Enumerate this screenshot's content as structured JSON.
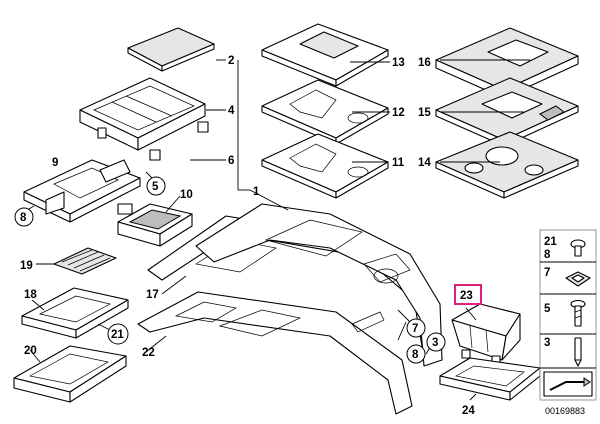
{
  "diagram": {
    "callouts": [
      {
        "id": "2",
        "label": "2"
      },
      {
        "id": "4",
        "label": "4"
      },
      {
        "id": "6",
        "label": "6"
      },
      {
        "id": "1",
        "label": "1"
      },
      {
        "id": "9",
        "label": "9"
      },
      {
        "id": "5",
        "label": "5"
      },
      {
        "id": "8a",
        "label": "8"
      },
      {
        "id": "10",
        "label": "10"
      },
      {
        "id": "19",
        "label": "19"
      },
      {
        "id": "18",
        "label": "18"
      },
      {
        "id": "17",
        "label": "17"
      },
      {
        "id": "21",
        "label": "21"
      },
      {
        "id": "20",
        "label": "20"
      },
      {
        "id": "22",
        "label": "22"
      },
      {
        "id": "13",
        "label": "13"
      },
      {
        "id": "12",
        "label": "12"
      },
      {
        "id": "11",
        "label": "11"
      },
      {
        "id": "16",
        "label": "16"
      },
      {
        "id": "15",
        "label": "15"
      },
      {
        "id": "14",
        "label": "14"
      },
      {
        "id": "7",
        "label": "7"
      },
      {
        "id": "3",
        "label": "3"
      },
      {
        "id": "8b",
        "label": "8"
      },
      {
        "id": "23",
        "label": "23"
      },
      {
        "id": "24",
        "label": "24"
      }
    ],
    "legend": [
      {
        "id": "21",
        "label": "21"
      },
      {
        "id": "8",
        "label": "8"
      },
      {
        "id": "7",
        "label": "7"
      },
      {
        "id": "5",
        "label": "5"
      },
      {
        "id": "3",
        "label": "3"
      }
    ],
    "reference_code": "00169883",
    "highlight_color": "#e0217c"
  }
}
